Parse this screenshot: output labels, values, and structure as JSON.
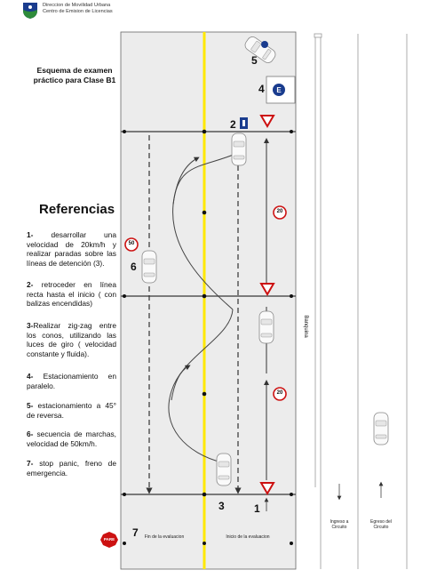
{
  "header": {
    "org_line1": "Direccion de Movilidad Urbana",
    "org_line2": "Centro de Emision de Licencias"
  },
  "title": {
    "line1": "Esquema de examen",
    "line2": "práctico para Clase B1"
  },
  "references": {
    "heading": "Referencias",
    "items": [
      {
        "num": "1-",
        "text": "desarrollar una velocidad de 20km/h y realizar paradas sobre las líneas de detención (3)."
      },
      {
        "num": "2-",
        "text": "retroceder en línea recta hasta el inicio ( con balizas encendidas)"
      },
      {
        "num": "3-",
        "text": "Realizar zig-zag entre los conos, utilizando las luces de giro ( velocidad constante y fluida)."
      },
      {
        "num": "4-",
        "text": "Estacionamiento en paralelo."
      },
      {
        "num": "5-",
        "text": "estacionamiento a 45° de reversa."
      },
      {
        "num": "6-",
        "text": "secuencia de marchas, velocidad de 50km/h."
      },
      {
        "num": "7-",
        "text": "stop panic, freno de emergencia."
      }
    ]
  },
  "diagram": {
    "markers": {
      "m1": "1",
      "m2": "2",
      "m3": "3",
      "m4": "4",
      "m5": "5",
      "m6": "6",
      "m7": "7"
    },
    "speed_signs": {
      "s20a": "20",
      "s20b": "20",
      "s50": "50"
    },
    "stop_sign": "PARE",
    "fin_label": "Fin de la evaluacion",
    "inicio_label": "Inicio de la evaluacion",
    "banquina": "Banquina",
    "ingreso": "Ingreso a Circuito",
    "egreso": "Egreso del Circuito",
    "road_color": "#ececec",
    "center_line_color": "#ffe800",
    "yield_color": "#cc1111",
    "shield_color": "#1a3c8e"
  }
}
